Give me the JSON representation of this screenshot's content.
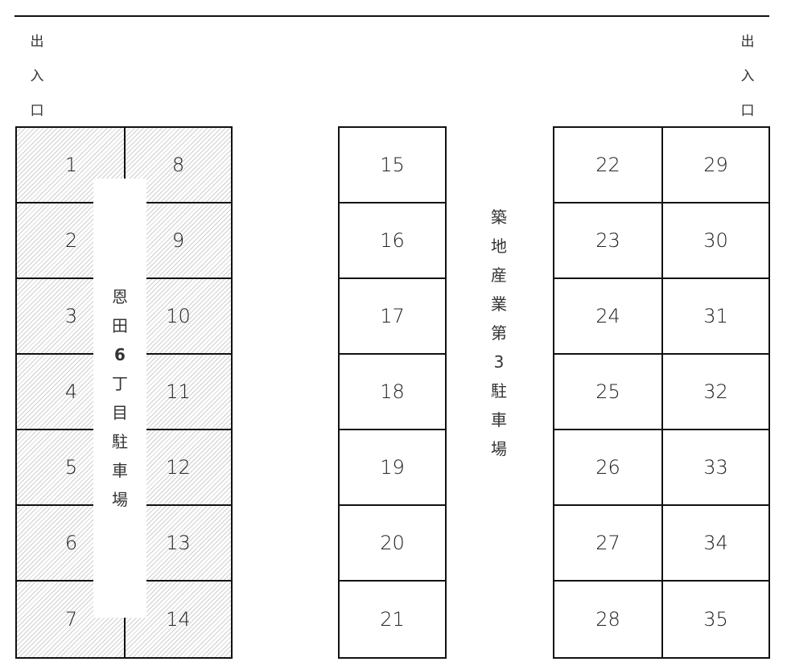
{
  "diagram": {
    "type": "parking-lot-layout",
    "entrances": {
      "left": {
        "chars": [
          "出",
          "入",
          "口"
        ],
        "label": "出入口"
      },
      "right": {
        "chars": [
          "出",
          "入",
          "口"
        ],
        "label": "出入口"
      }
    },
    "lots": [
      {
        "name": "恩田6丁目駐車場",
        "label_chars": [
          "恩",
          "田",
          "6",
          "丁",
          "目",
          "駐",
          "車",
          "場"
        ],
        "hatched": true,
        "columns": [
          [
            1,
            2,
            3,
            4,
            5,
            6,
            7
          ],
          [
            8,
            9,
            10,
            11,
            12,
            13,
            14
          ]
        ]
      },
      {
        "name": "築地産業第3駐車場",
        "label_chars": [
          "築",
          "地",
          "産",
          "業",
          "第",
          "3",
          "駐",
          "車",
          "場"
        ],
        "hatched": false,
        "columns": [
          [
            15,
            16,
            17,
            18,
            19,
            20,
            21
          ]
        ]
      },
      {
        "name": "",
        "hatched": false,
        "columns": [
          [
            22,
            23,
            24,
            25,
            26,
            27,
            28
          ],
          [
            29,
            30,
            31,
            32,
            33,
            34,
            35
          ]
        ]
      }
    ],
    "colors": {
      "line": "#111111",
      "hatch": "#cfcfcf",
      "background": "#ffffff"
    }
  }
}
